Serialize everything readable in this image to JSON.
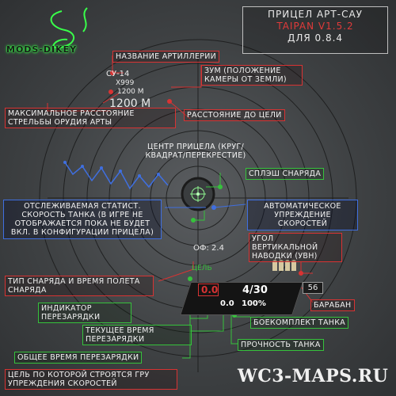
{
  "header": {
    "title_line1": "ПРИЦЕЛ АРТ-САУ",
    "title_line2": "TAIPAN V1.5.2",
    "title_line3": "ДЛЯ 0.8.4"
  },
  "logo": {
    "text": "MODS-DIKEY"
  },
  "readouts": {
    "vehicle_name": "СУ-14",
    "multiplier": "X999",
    "max_range_small": "1200 M",
    "distance_big": "1200 M",
    "shell_info": "ОФ: 2.4",
    "target_label": "ЦЕЛЬ",
    "reload_current": "0.0",
    "reload_total": "0.0",
    "ammo": "4/30",
    "durability_value": "0.0",
    "durability_percent": "100%",
    "drum_count": "56"
  },
  "annotations": {
    "artillery_name": "НАЗВАНИЕ АРТИЛЛЕРИИ",
    "zoom": "ЗУМ (ПОЛОЖЕНИЕ КАМЕРЫ ОТ ЗЕМЛИ)",
    "max_range": "МАКСИМАЛЬНОЕ РАССТОЯНИЕ СТРЕЛЬБЫ ОРУДИЯ АРТЫ",
    "distance": "РАССТОЯНИЕ ДО ЦЕЛИ",
    "center": "ЦЕНТР ПРИЦЕЛА (КРУГ/КВАДРАТ/ПЕРЕКРЕСТИЕ)",
    "splash": "СПЛЭШ СНАРЯДА",
    "tracked_stat": "ОТСЛЕЖИВАЕМАЯ СТАТИСТ. СКОРОСТЬ ТАНКА (В ИГРЕ НЕ ОТОБРАЖАЕТСЯ ПОКА НЕ БУДЕТ ВКЛ. В КОНФИГУРАЦИИ ПРИЦЕЛА)",
    "auto_lead": "АВТОМАТИЧЕСКОЕ УПРЕЖДЕНИЕ СКОРОСТЕЙ",
    "vertical_angle": "УГОЛ ВЕРТИКАЛЬНОЙ НАВОДКИ (УВН)",
    "shell_type": "ТИП СНАРЯДА И ВРЕМЯ ПОЛЕТА СНАРЯДА",
    "reload_indicator": "ИНДИКАТОР ПЕРЕЗАРЯДКИ",
    "drum": "БАРАБАН",
    "current_reload": "ТЕКУЩЕЕ ВРЕМЯ ПЕРЕЗАРЯДКИ",
    "ammo_total": "БОЕКОМПЛЕКТ ТАНКА",
    "total_reload": "ОБЩЕЕ ВРЕМЯ ПЕРЕЗАРЯДКИ",
    "tank_durability": "ПРОЧНОСТЬ ТАНКА",
    "lead_target": "ЦЕЛЬ ПО КОТОРОЙ СТРОЯТСЯ ГРУ УПРЕЖДЕНИЯ СКОРОСТЕЙ"
  },
  "watermark": {
    "text": "WC3-MAPS.RU"
  },
  "colors": {
    "annotation_red": "#d83333",
    "annotation_green": "#36c23c",
    "annotation_blue": "#3f6fe0",
    "version_red": "#e03a3a",
    "logo_glow": "#39ff4a"
  }
}
